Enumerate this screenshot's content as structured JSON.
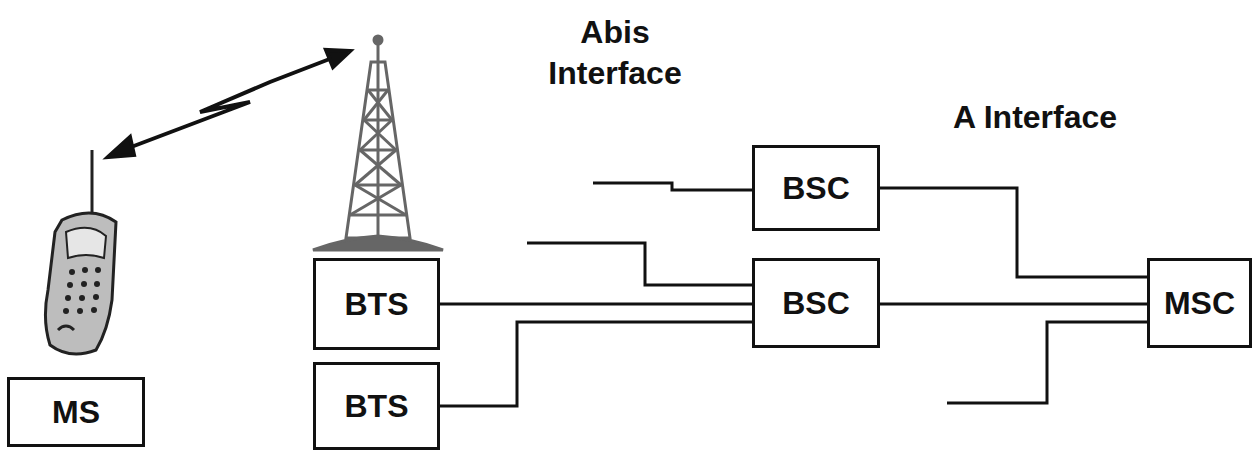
{
  "diagram": {
    "nodes": [
      {
        "text": [
          "MS"
        ]
      },
      {
        "text": [
          "BTS"
        ]
      },
      {
        "text": [
          "BTS"
        ]
      },
      {
        "text": [
          "BSC"
        ]
      },
      {
        "text": [
          "BSC"
        ]
      },
      {
        "text": [
          "MSC"
        ]
      }
    ],
    "edges": [
      {
        "from": 1,
        "to": 4,
        "arrow": "none"
      },
      {
        "from": 2,
        "to": 4,
        "arrow": "none"
      },
      {
        "from": 3,
        "to": 5,
        "arrow": "none"
      },
      {
        "from": 4,
        "to": 5,
        "arrow": "none"
      }
    ],
    "labels": [
      "Abis Interface",
      "A Interface"
    ]
  }
}
